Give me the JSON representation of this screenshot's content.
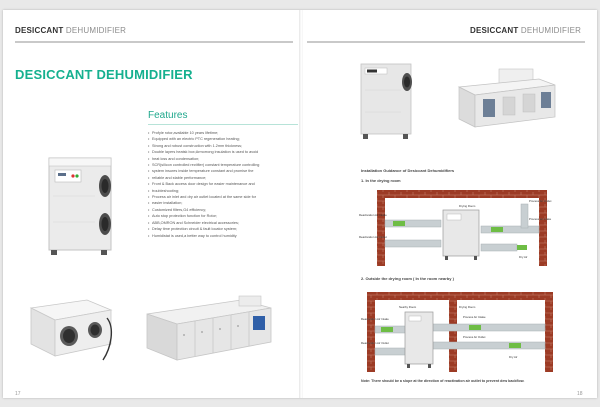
{
  "header": {
    "left_bold": "DESICCANT",
    "left_light": "DEHUMIDIFIER",
    "right_bold": "DESICCANT",
    "right_light": "DEHUMIDIFIER"
  },
  "title": "DESICCANT DEHUMIDIFIER",
  "features": {
    "heading": "Features",
    "items": [
      "Profyle rotor,available 10 years lifetime;",
      "Equipped with an electric PTC regeneration heating;",
      "Strong and robust construction with 1.2mm thickness;",
      "Double layers heatsk box;Armorrong insulation is used to avoid",
      "heat loss and condensation;",
      "SCR(silicon controlled rectifier) constant temperature controlling",
      "system insures inside temperature constant and promise the",
      "reliable and stable performance;",
      "Front & Back access door design for easier maintenance and",
      "troubleshooting;",
      "Process air inlet and dry air outlet located at the same side for",
      "easier installation;",
      "Customized filters,G4 efficiency;",
      "Auto stop protection function for Rotor;",
      "ABB,OMRON and Schneider electrical accessories;",
      "Delay time protection circuit & fault locator system;",
      "Humidistat is used,a better way to control humidity"
    ]
  },
  "guide": {
    "title": "Installation Guidance of Desiccant Dehumidifiers",
    "step1": "1. In the drying room",
    "step2": "2. Outside the drying room ( In the room nearby )",
    "labels1": {
      "drying_room": "Drying Room",
      "process_out": "Process Air Outlet",
      "reg_in": "Reactivation Air Intake",
      "process_in": "Process air intake",
      "reg_out": "Reactivation Air Outlet",
      "dry_air": "Dry Air"
    },
    "labels2": {
      "nearby_room": "Nearby Room",
      "drying_room": "Drying Room",
      "reg_in": "Reactivation Air Intake",
      "process_in": "Process Air Intake",
      "process_out": "Process Air Outlet",
      "reg_out": "Reactivation Air Outlet",
      "dry_air": "Dry Air"
    },
    "note": "Note: There should be a slope at the direction of reactivation air outlet to prevent dew backflow."
  },
  "page_numbers": {
    "left": "17",
    "right": "18"
  },
  "colors": {
    "accent": "#15b08f",
    "brick": "#9c3b25",
    "duct": "#c8cfd2"
  }
}
